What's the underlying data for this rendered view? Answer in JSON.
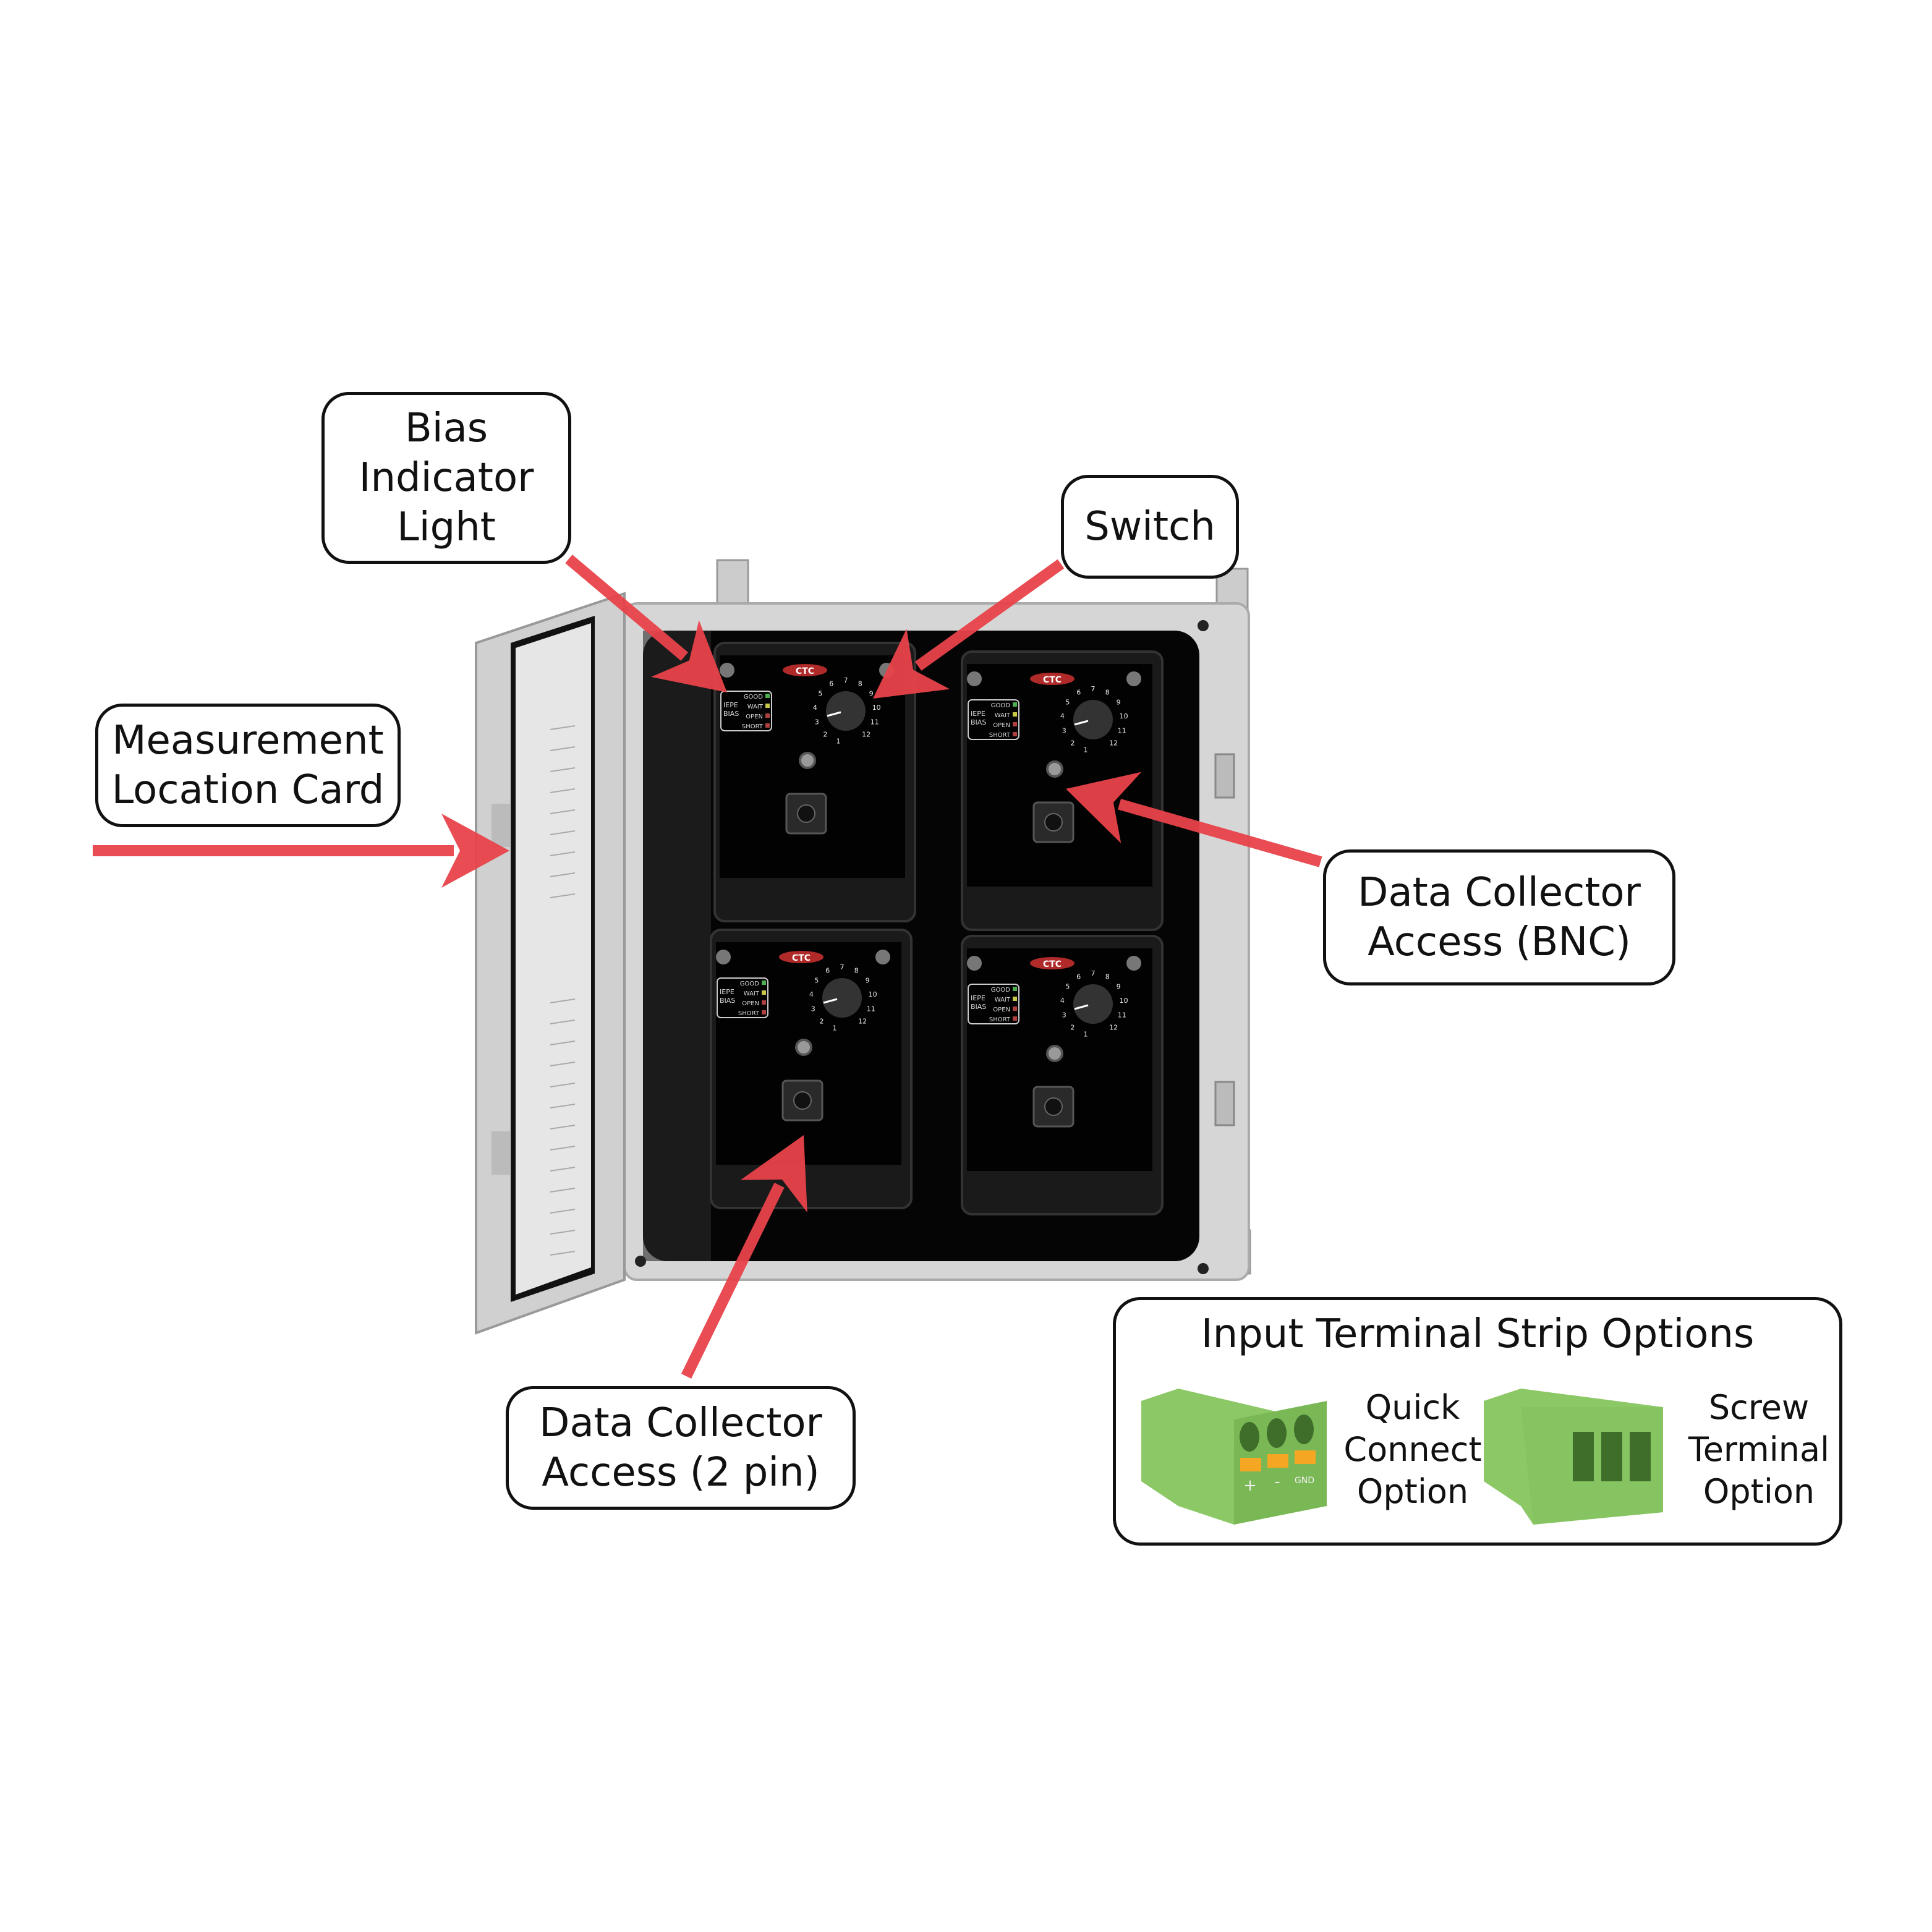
{
  "callouts": {
    "bias_indicator": [
      "Bias",
      "Indicator",
      "Light"
    ],
    "switch": [
      "Switch"
    ],
    "measurement_card": [
      "Measurement",
      "Location Card"
    ],
    "data_collector_bnc": [
      "Data Collector",
      "Access (BNC)"
    ],
    "data_collector_2pin": [
      "Data Collector",
      "Access (2 pin)"
    ]
  },
  "terminal_options": {
    "title": "Input Terminal Strip Options",
    "quick_connect": [
      "Quick",
      "Connect",
      "Option"
    ],
    "screw_terminal": [
      "Screw",
      "Terminal",
      "Option"
    ],
    "pin_labels": [
      "+",
      "-",
      "GND"
    ]
  },
  "module": {
    "logo": "CTC",
    "bias_label": [
      "IEPE",
      "BIAS"
    ],
    "status_labels": [
      "GOOD",
      "WAIT",
      "OPEN",
      "SHORT"
    ],
    "status_colors": [
      "#4caf50",
      "#c8c84a",
      "#b04040",
      "#b04040"
    ],
    "switch_positions": [
      "1",
      "2",
      "3",
      "4",
      "5",
      "6",
      "7",
      "8",
      "9",
      "10",
      "11",
      "12"
    ]
  },
  "colors": {
    "arrow": "#e8434a",
    "enclosure": "#d4d4d4",
    "module": "#0a0a0a",
    "connector_green": "#8cc866",
    "connector_orange": "#f5a623"
  }
}
